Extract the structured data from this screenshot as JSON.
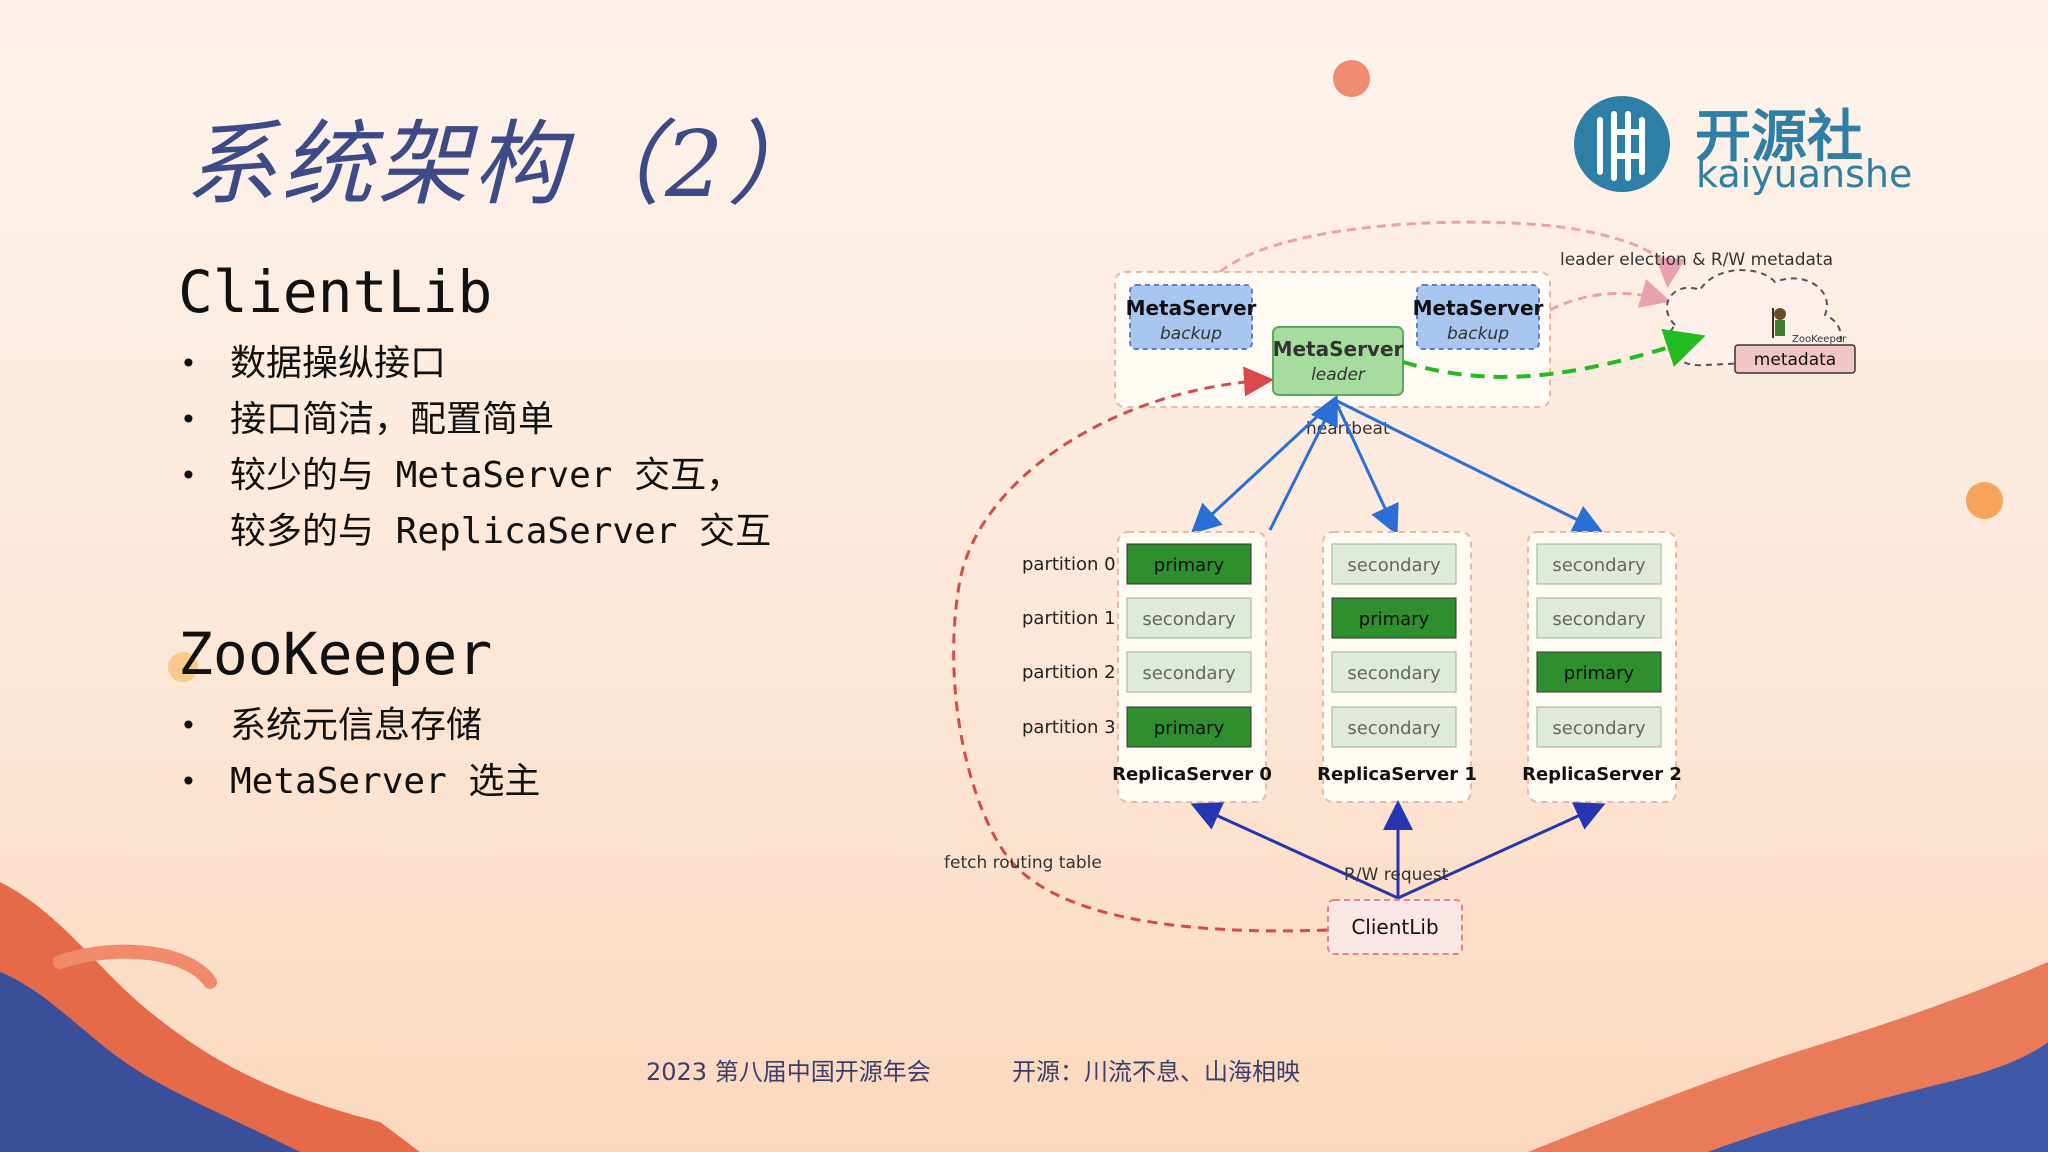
{
  "slide": {
    "title": "系统架构（2）",
    "logo": {
      "cn": "开源社",
      "en": "kaiyuanshe"
    }
  },
  "clientlib_section": {
    "heading": "ClientLib",
    "bullets": [
      "数据操纵接口",
      "接口简洁，配置简单",
      "较少的与 MetaServer 交互，",
      "较多的与 ReplicaServer 交互"
    ]
  },
  "zookeeper_section": {
    "heading": "ZooKeeper",
    "bullets": [
      "系统元信息存储",
      "MetaServer 选主"
    ]
  },
  "diagram": {
    "meta_backup_1": {
      "name": "MetaServer",
      "role": "backup"
    },
    "meta_backup_2": {
      "name": "MetaServer",
      "role": "backup"
    },
    "meta_leader": {
      "name": "MetaServer",
      "role": "leader"
    },
    "leader_election_label": "leader election & R/W metadata",
    "zookeeper_logo_text": "ZooKeeper",
    "metadata_label": "metadata",
    "heartbeat_label": "heartbeat",
    "partitions": [
      "partition 0",
      "partition 1",
      "partition 2",
      "partition 3"
    ],
    "replica_servers": [
      {
        "name": "ReplicaServer 0",
        "cells": [
          "primary",
          "secondary",
          "secondary",
          "primary"
        ]
      },
      {
        "name": "ReplicaServer 1",
        "cells": [
          "secondary",
          "primary",
          "secondary",
          "secondary"
        ]
      },
      {
        "name": "ReplicaServer 2",
        "cells": [
          "secondary",
          "secondary",
          "primary",
          "secondary"
        ]
      }
    ],
    "fetch_routing_label": "fetch routing table",
    "rw_request_label": "R/W request",
    "clientlib_label": "ClientLib"
  },
  "footer": {
    "left": "2023 第八届中国开源年会",
    "right": "开源：川流不息、山海相映"
  },
  "colors": {
    "title": "#3d4a88",
    "primary_fill": "#2f8f2f",
    "secondary_fill": "#dfeadb",
    "meta_backup_fill": "#a9c6f0",
    "meta_leader_fill": "#a6dca0",
    "blue_arrow": "#2a6fd6",
    "green_dashed": "#22bb22",
    "red_dashed": "#d84a4a",
    "pink_dashed": "#e9a0b0",
    "logo": "#2e7fa6"
  }
}
